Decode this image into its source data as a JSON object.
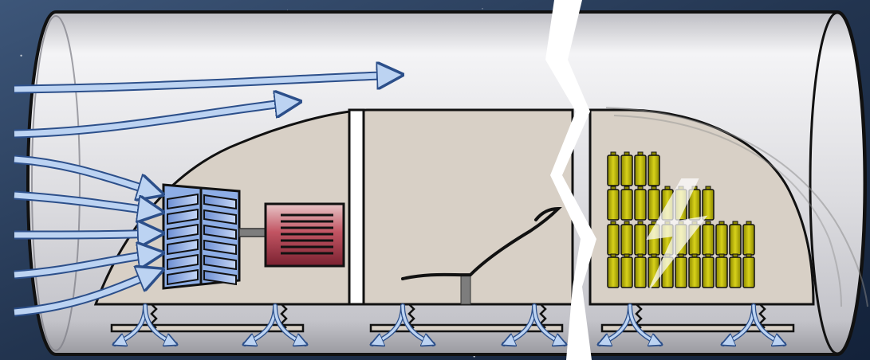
{
  "colors": {
    "space_dark": "#13223a",
    "space_light": "#3d5679",
    "tube_light": "#f4f4f6",
    "tube_mid": "#c9c9cf",
    "pod_body": "#d8d0c6",
    "outline": "#111111",
    "airflow_fill": "#bcd3f2",
    "airflow_edge": "#2c4f8a",
    "compressor_blue": "#8eaee6",
    "motor_red": "#b84a55",
    "battery_yellow": "#b8b300",
    "divider_white": "#ffffff"
  },
  "icons": {
    "compressor": "compressor-fan-icon",
    "motor": "motor-icon",
    "batteries": "battery-icon",
    "lightning": "lightning-bolt-icon",
    "seat": "passenger-seat-icon"
  },
  "components": {
    "intake_airflow_arrows": 7,
    "compressor_blade_rows": 6,
    "battery_rows": [
      4,
      8,
      11,
      11
    ],
    "air_bearing_skis": 6
  }
}
